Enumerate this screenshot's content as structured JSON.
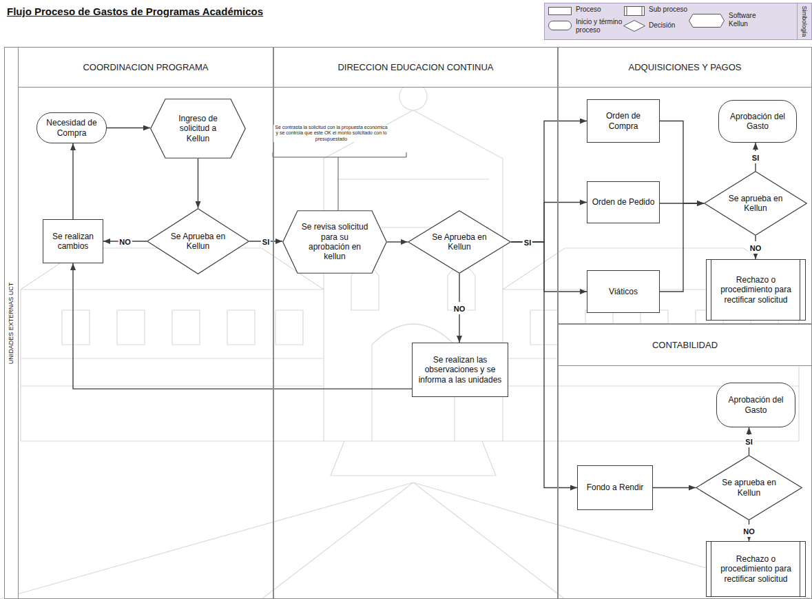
{
  "diagram": {
    "title": "Flujo Proceso de Gastos de Programas Académicos",
    "nodes": [
      {
        "text": [
          "UNIDADES EXTERNAS UCT"
        ]
      },
      {
        "text": [
          "COORDINACION PROGRAMA"
        ],
        "in": 0
      },
      {
        "text": [
          "DIRECCION EDUCACION CONTINUA"
        ],
        "in": 0
      },
      {
        "text": [
          "ADQUISICIONES Y PAGOS"
        ],
        "in": 0
      },
      {
        "text": [
          "CONTABILIDAD"
        ],
        "in": 0
      },
      {
        "text": [
          "Necesidad de Compra"
        ],
        "in": 1
      },
      {
        "text": [
          "Ingreso de solicitud a Kellun"
        ],
        "in": 1
      },
      {
        "text": [
          "Se Aprueba en Kellun"
        ],
        "in": 1
      },
      {
        "text": [
          "Se realizan cambios"
        ],
        "in": 1
      },
      {
        "text": [
          "Se revisa solicitud para su aprobación en kellun"
        ],
        "in": 2
      },
      {
        "text": [
          "Se Aprueba en Kellun"
        ],
        "in": 2
      },
      {
        "text": [
          "Se realizan las observaciones y se informa a las unidades"
        ],
        "in": 2
      },
      {
        "text": [
          "Orden de Compra"
        ],
        "in": 3
      },
      {
        "text": [
          "Orden de Pedido"
        ],
        "in": 3
      },
      {
        "text": [
          "Viáticos"
        ],
        "in": 3
      },
      {
        "text": [
          "Aprobación del Gasto"
        ],
        "in": 3
      },
      {
        "text": [
          "Se aprueba en Kellun"
        ],
        "in": 3
      },
      {
        "text": [
          "Rechazo o procedimiento para rectificar solicitud"
        ],
        "in": 3
      },
      {
        "text": [
          "Fondo a Rendir"
        ],
        "in": 4
      },
      {
        "text": [
          "Aprobación del Gasto"
        ],
        "in": 4
      },
      {
        "text": [
          "Se aprueba en Kellun"
        ],
        "in": 4
      },
      {
        "text": [
          "Rechazo o procedimiento para rectificar solicitud"
        ],
        "in": 4
      }
    ],
    "edges": [
      {
        "from": 5,
        "to": 6,
        "arrow": "to"
      },
      {
        "from": 6,
        "to": 7,
        "arrow": "to"
      },
      {
        "from": 7,
        "to": 8,
        "label": "NO",
        "arrow": "to"
      },
      {
        "from": 8,
        "to": 5,
        "arrow": "to"
      },
      {
        "from": 7,
        "to": 9,
        "label": "SI",
        "arrow": "to"
      },
      {
        "from": 9,
        "to": 10,
        "arrow": "to"
      },
      {
        "from": 10,
        "to": 11,
        "label": "NO",
        "arrow": "to"
      },
      {
        "from": 11,
        "to": 8,
        "arrow": "to"
      },
      {
        "from": 10,
        "to": 12,
        "label": "SI",
        "arrow": "to"
      },
      {
        "from": 10,
        "to": 13,
        "arrow": "to"
      },
      {
        "from": 10,
        "to": 14,
        "arrow": "to"
      },
      {
        "from": 10,
        "to": 18,
        "arrow": "to"
      },
      {
        "from": 12,
        "to": 16,
        "arrow": "to"
      },
      {
        "from": 13,
        "to": 16,
        "arrow": "to"
      },
      {
        "from": 14,
        "to": 16,
        "arrow": "to"
      },
      {
        "from": 16,
        "to": 15,
        "label": "SI",
        "arrow": "to"
      },
      {
        "from": 16,
        "to": 17,
        "label": "NO",
        "arrow": "to"
      },
      {
        "from": 18,
        "to": 20,
        "arrow": "to"
      },
      {
        "from": 20,
        "to": 19,
        "label": "SI",
        "arrow": "to"
      },
      {
        "from": 20,
        "to": 21,
        "label": "NO",
        "arrow": "to"
      }
    ],
    "labels": [
      "Se contrasta la solicitud con la propuesta económica y se controla que este OK el monto solicitado con lo presupuestado",
      "Simbología"
    ],
    "legend": [
      {
        "text": "Proceso"
      },
      {
        "text": "Inicio y término proceso"
      },
      {
        "text": "Sub proceso"
      },
      {
        "text": "Decisión"
      },
      {
        "text": "Software Kellun"
      }
    ]
  }
}
